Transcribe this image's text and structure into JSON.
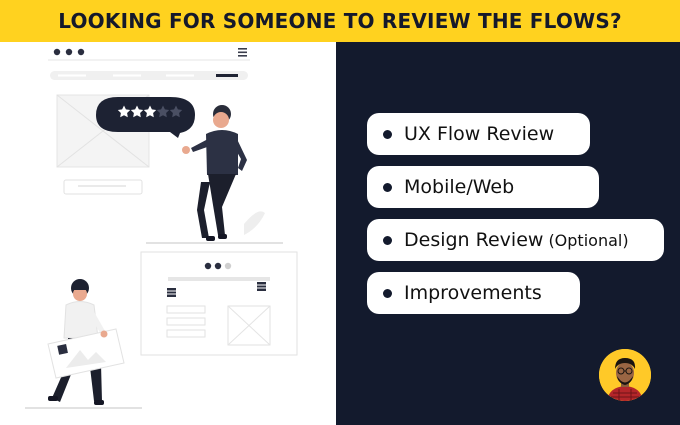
{
  "banner": {
    "title": "LOOKING FOR SOMEONE TO REVIEW THE FLOWS?"
  },
  "services": [
    {
      "label": "UX Flow Review",
      "note": ""
    },
    {
      "label": "Mobile/Web",
      "note": ""
    },
    {
      "label": "Design Review",
      "note": "(Optional)"
    },
    {
      "label": "Improvements",
      "note": ""
    }
  ],
  "illustration": {
    "rating": {
      "filled": 3,
      "total": 5
    }
  },
  "colors": {
    "banner": "#FFD21F",
    "panel": "#131A2D",
    "pill": "#FFFFFF",
    "text": "#111111"
  },
  "icons": [
    "menu-icon",
    "star-icon",
    "image-placeholder-icon",
    "avatar-photo"
  ]
}
